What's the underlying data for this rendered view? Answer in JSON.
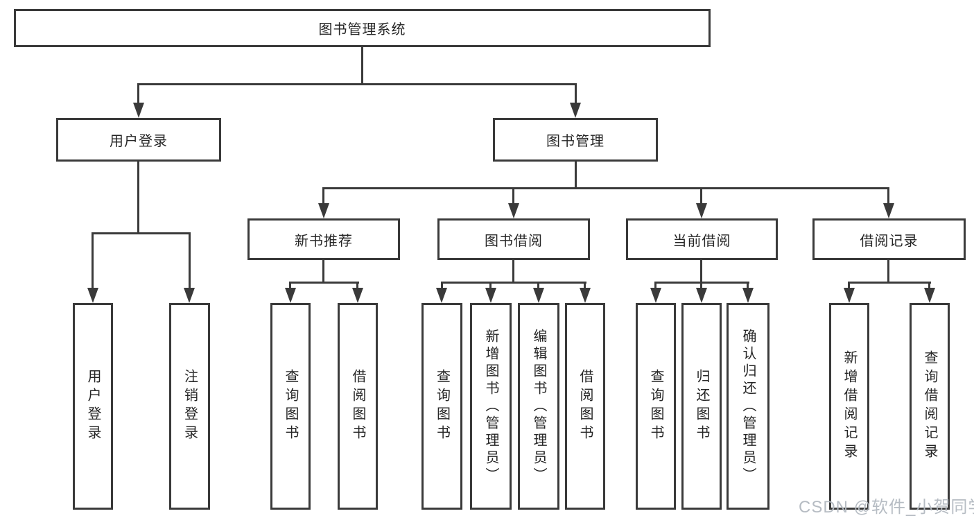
{
  "diagram": {
    "title": "图书管理系统",
    "watermark": "CSDN @软件_小贺同学",
    "colors": {
      "line": "#3a3a3a",
      "box_border": "#3a3a3a",
      "text": "#262626",
      "watermark": "#b2b8c0",
      "background": "#ffffff"
    },
    "nodes": {
      "root": "图书管理系统",
      "user_login": "用户登录",
      "book_mgmt": "图书管理",
      "new_book_rec": "新书推荐",
      "book_borrow": "图书借阅",
      "current_borrow": "当前借阅",
      "borrow_records": "借阅记录",
      "ul_login": "用户登录",
      "ul_logout": "注销登录",
      "nr_query": "查询图书",
      "nr_borrow": "借阅图书",
      "bb_query": "查询图书",
      "bb_add": "新增图书（管理员）",
      "bb_edit": "编辑图书（管理员）",
      "bb_borrow": "借阅图书",
      "cb_query": "查询图书",
      "cb_return": "归还图书",
      "cb_confirm": "确认归还（管理员）",
      "br_add": "新增借阅记录",
      "br_query": "查询借阅记录"
    },
    "edges": [
      {
        "from": "root",
        "to": [
          "user_login",
          "book_mgmt"
        ]
      },
      {
        "from": "user_login",
        "to": [
          "ul_login",
          "ul_logout"
        ]
      },
      {
        "from": "book_mgmt",
        "to": [
          "new_book_rec",
          "book_borrow",
          "current_borrow",
          "borrow_records"
        ]
      },
      {
        "from": "new_book_rec",
        "to": [
          "nr_query",
          "nr_borrow"
        ]
      },
      {
        "from": "book_borrow",
        "to": [
          "bb_query",
          "bb_add",
          "bb_edit",
          "bb_borrow"
        ]
      },
      {
        "from": "current_borrow",
        "to": [
          "cb_query",
          "cb_return",
          "cb_confirm"
        ]
      },
      {
        "from": "borrow_records",
        "to": [
          "br_add",
          "br_query"
        ]
      }
    ]
  }
}
